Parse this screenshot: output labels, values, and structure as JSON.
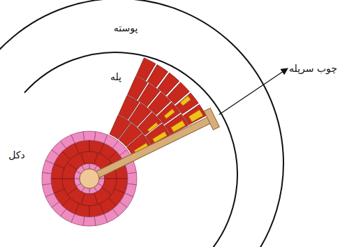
{
  "diagram": {
    "labels": [
      "پوسته",
      "پله",
      "دکل",
      "چوب سرپله"
    ]
  }
}
